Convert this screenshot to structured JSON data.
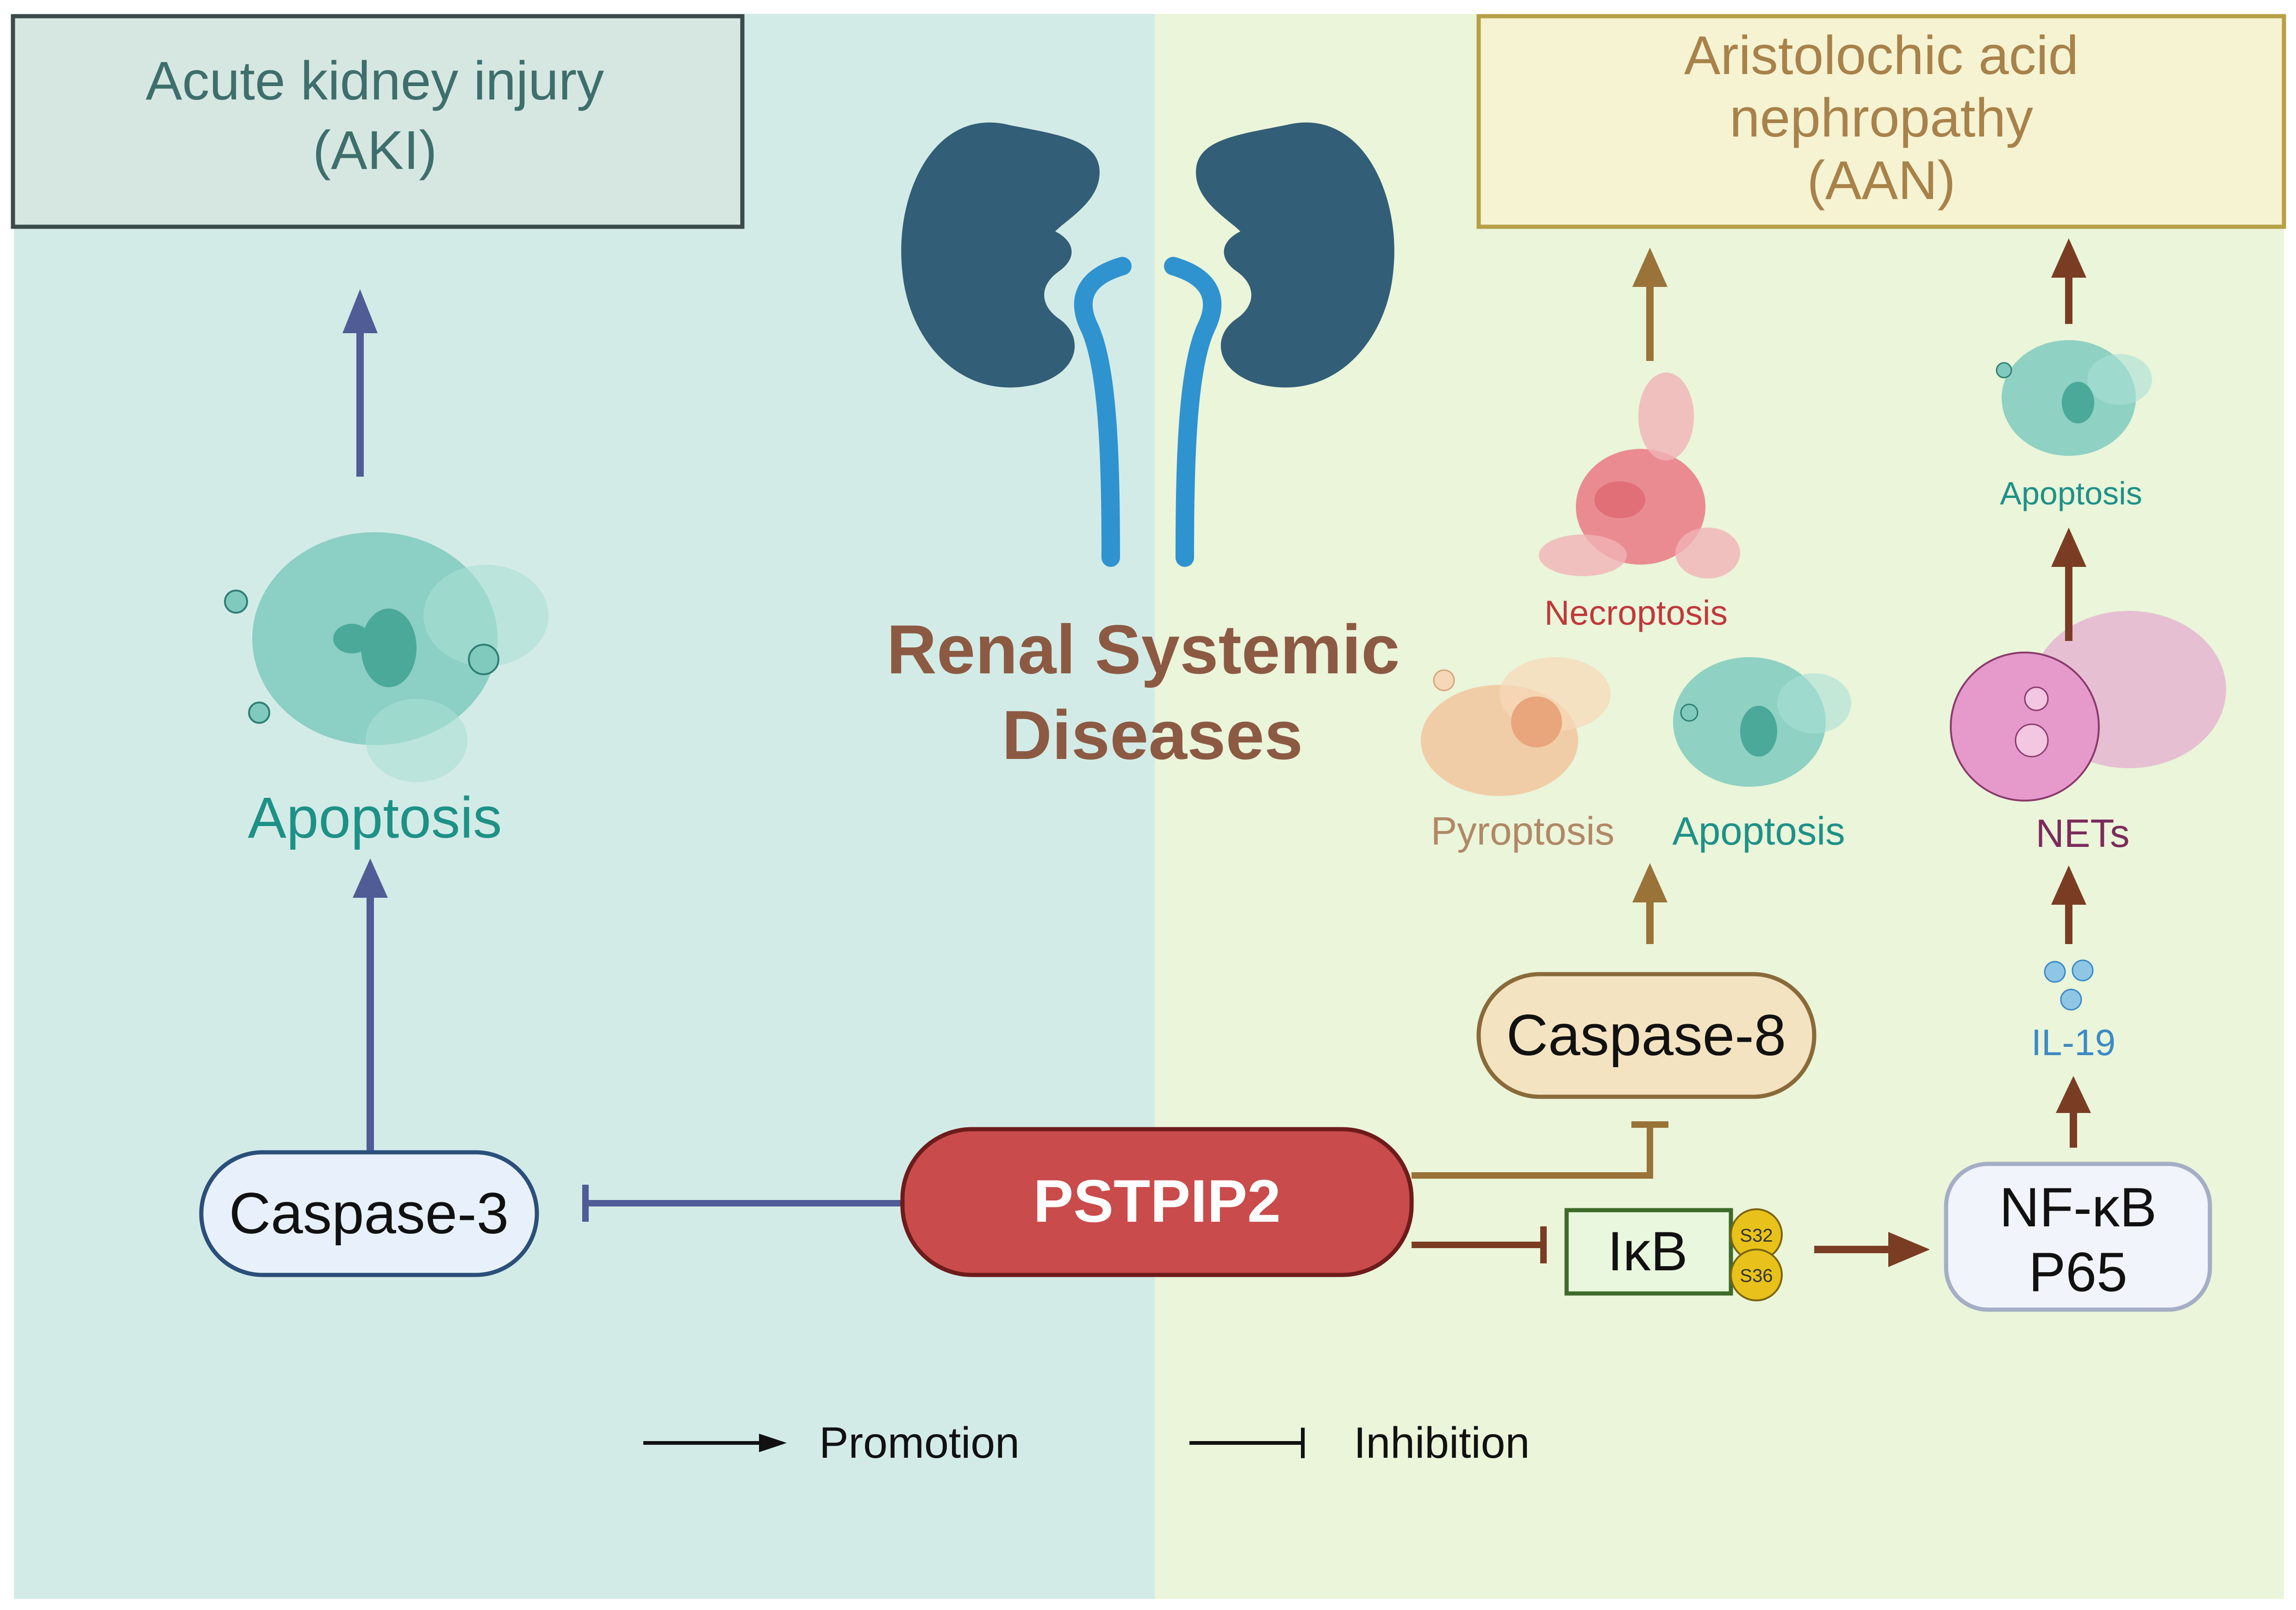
{
  "colors": {
    "left_bg": "#d3ebe7",
    "right_bg": "#eaf5da",
    "aki_box_fill": "#d6e7e2",
    "aki_box_stroke": "#3b4a4a",
    "aki_text": "#3e6f6c",
    "aan_box_fill": "#f6f3d2",
    "aan_box_stroke": "#b79f47",
    "aan_text": "#a8824a",
    "kidney": "#335e77",
    "ureter": "#2f93cf",
    "title_text": "#8c5a43",
    "left_arrow": "#4f5c96",
    "right_arrow_light": "#9a7338",
    "right_arrow_dark": "#7a3d23",
    "pstpip2_fill": "#c94b4b",
    "pstpip2_stroke": "#6e1b1b",
    "caspase3_fill": "#e8f1fb",
    "caspase3_stroke": "#2b4f7a",
    "caspase8_fill": "#f4e3c1",
    "caspase8_stroke": "#8a6a3a",
    "ikb_fill": "#e9f7df",
    "ikb_stroke": "#3f6b2a",
    "nfkb_fill": "#f1f4fa",
    "nfkb_stroke": "#a4aec5",
    "phospho": "#e8c21a",
    "apoptosis_text": "#1e9187",
    "necroptosis_text": "#c0393a",
    "pyroptosis_text": "#b18866",
    "nets_text": "#7c2b5c",
    "il19_text": "#3b8ac4",
    "apoptosis_cell": "#7fcabd",
    "necroptosis_cell": "#ea8b92",
    "pyroptosis_cell": "#f2c39a",
    "nets_cell": "#e59acb"
  },
  "left": {
    "aki_line1": "Acute kidney injury",
    "aki_line2": "(AKI)",
    "apoptosis": "Apoptosis",
    "caspase3": "Caspase-3"
  },
  "center": {
    "title_line1": "Renal Systemic",
    "title_line2": "Diseases",
    "pstpip2": "PSTPIP2"
  },
  "right": {
    "aan_line1": "Aristolochic acid",
    "aan_line2": "nephropathy",
    "aan_line3": "(AAN)",
    "necroptosis": "Necroptosis",
    "pyroptosis": "Pyroptosis",
    "apoptosis_mid": "Apoptosis",
    "apoptosis_top": "Apoptosis",
    "caspase8": "Caspase-8",
    "nets": "NETs",
    "il19": "IL-19",
    "ikb": "IκB",
    "s32": "S32",
    "s36": "S36",
    "nfkb_line1": "NF-κB",
    "nfkb_line2": "P65"
  },
  "legend": {
    "promotion": "Promotion",
    "inhibition": "Inhibition"
  }
}
